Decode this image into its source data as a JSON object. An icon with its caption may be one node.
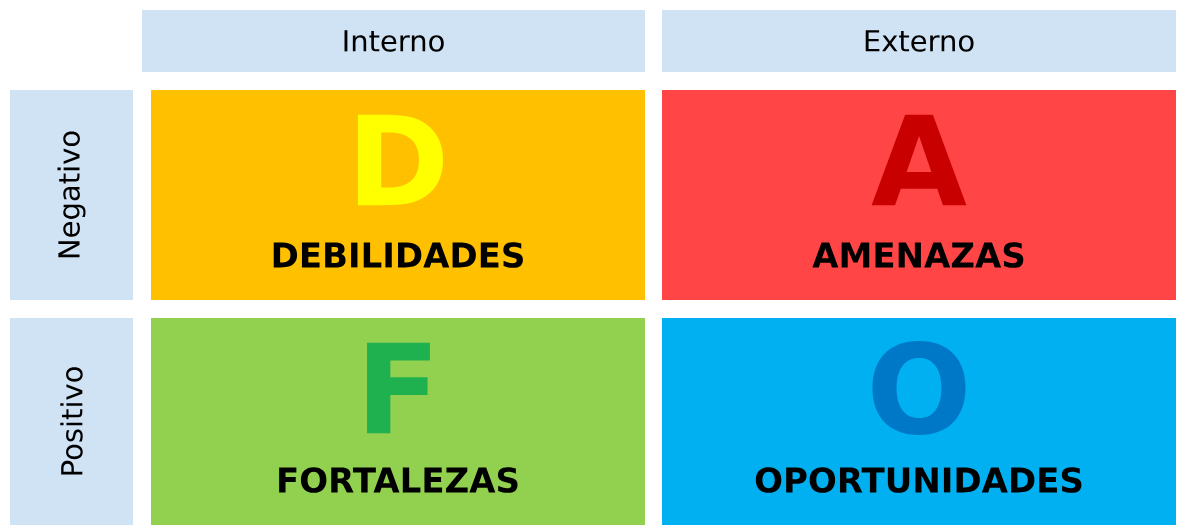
{
  "diagram": {
    "nodes": [
      {
        "text": [
          "Interno"
        ]
      },
      {
        "text": [
          "Externo"
        ]
      },
      {
        "text": [
          "Negativo"
        ]
      },
      {
        "text": [
          "Positivo"
        ]
      },
      {
        "text": [
          "D",
          "DEBILIDADES"
        ]
      },
      {
        "text": [
          "A",
          "AMENAZAS"
        ]
      },
      {
        "text": [
          "F",
          "FORTALEZAS"
        ]
      },
      {
        "text": [
          "O",
          "OPORTUNIDADES"
        ]
      }
    ]
  }
}
